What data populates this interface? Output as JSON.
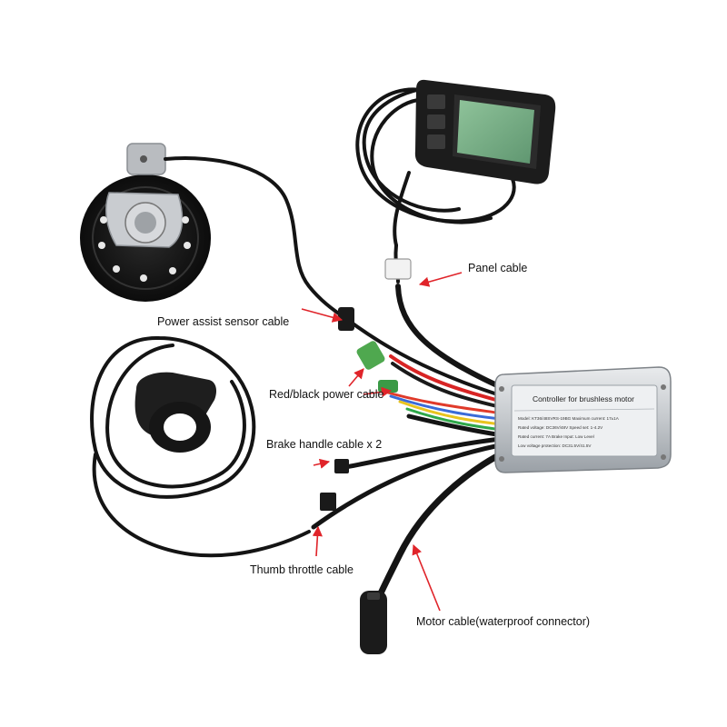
{
  "callouts": {
    "panel": "Panel cable",
    "pas": "Power assist sensor cable",
    "power": "Red/black power cable",
    "brake": "Brake handle cable x 2",
    "throttle": "Thumb throttle cable",
    "motor": "Motor cable(waterproof connector)"
  },
  "controller": {
    "title": "Controller for brushless motor",
    "specs": [
      "Model: KT36/48SVRS-19BG  Maximum current: 17±1A",
      "Rated voltage: DC36V/48V   Speed set: 1-4.2V",
      "Rated current: 7A          Brake Input: Low Level",
      "Low voltage protection: DC31.5V/41.5V"
    ]
  },
  "colors": {
    "arrow": "#e0242a",
    "cable": "#141414",
    "controller_body": "#c9cccf",
    "lcd": "#7fb28a"
  }
}
